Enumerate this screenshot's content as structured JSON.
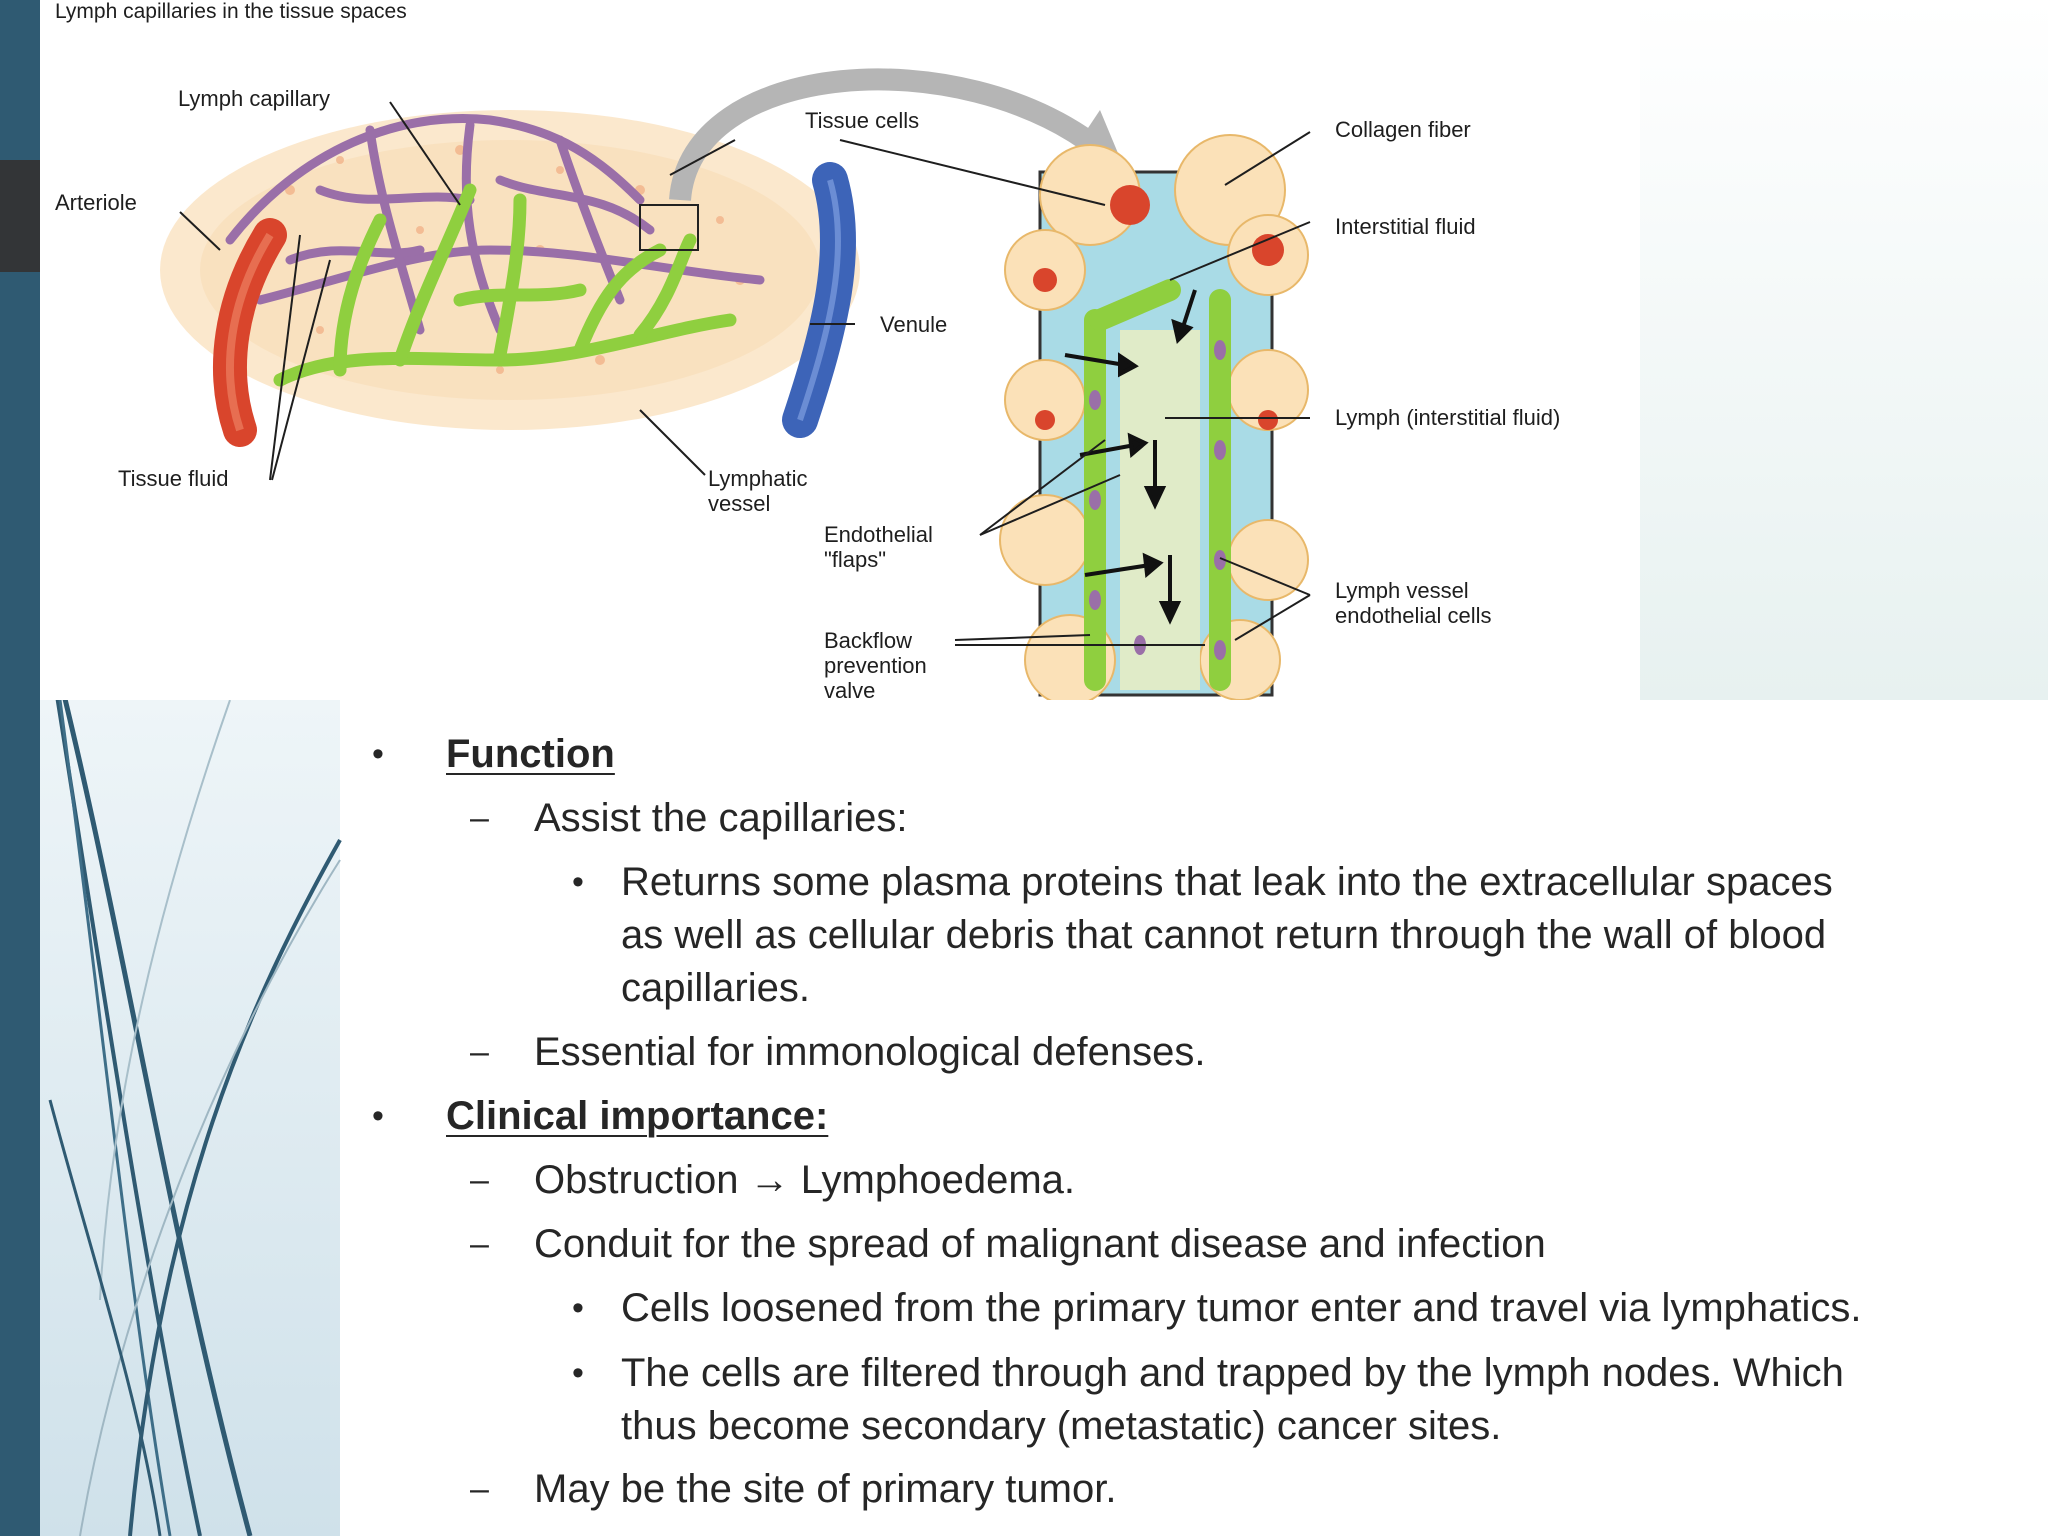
{
  "figure": {
    "title": "Lymph capillaries in the tissue spaces",
    "labels": {
      "lymph_capillary": "Lymph capillary",
      "arteriole": "Arteriole",
      "tissue_fluid": "Tissue fluid",
      "tissue_cells": "Tissue cells",
      "venule": "Venule",
      "lymphatic_vessel": "Lymphatic\nvessel",
      "endothelial_flaps": "Endothelial\n\"flaps\"",
      "backflow_valve": "Backflow\nprevention\nvalve",
      "collagen_fiber": "Collagen fiber",
      "interstitial_fluid": "Interstitial fluid",
      "lymph_interstitial": "Lymph (interstitial fluid)",
      "lymph_vessel_endothelial": "Lymph vessel\nendothelial cells"
    }
  },
  "bullets": {
    "function_heading": "Function",
    "assist": "Assist the capillaries:",
    "returns_1": "Returns some plasma proteins that leak into the extracellular spaces",
    "returns_2": "as well as cellular debris that cannot return through the wall of blood",
    "returns_3": "capillaries.",
    "essential": "Essential for immonological defenses.",
    "clinical_heading": "Clinical importance:",
    "obstruction": "Obstruction → Lymphoedema.",
    "conduit": "Conduit for the spread of malignant disease and infection",
    "cells_loosened": "Cells loosened from the primary tumor enter and travel via lymphatics.",
    "filtered_1": "The cells are filtered through and trapped by the lymph nodes. Which",
    "filtered_2": "thus become secondary (metastatic) cancer sites.",
    "primary_tumor": "May be the site of primary tumor.",
    "bullet_char": "•",
    "dash_char": "–"
  },
  "colors": {
    "accent_bar": "#2f5a72",
    "tab": "#333537",
    "artery": "#d9452c",
    "vein": "#3d64b8",
    "lymph": "#8fcf3f",
    "capillary_net": "#9a6fa8"
  }
}
